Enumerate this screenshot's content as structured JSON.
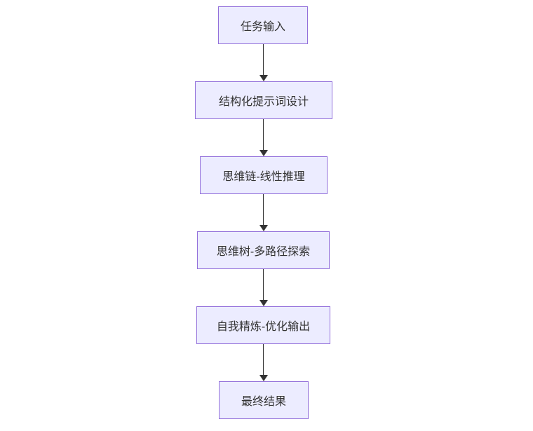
{
  "diagram": {
    "type": "flowchart-vertical",
    "background_color": "#ffffff",
    "node_fill_color": "#ECECFF",
    "node_border_color": "#9370DB",
    "node_text_color": "#333333",
    "arrow_color": "#333333",
    "nodes": [
      {
        "id": "task-input",
        "label": "任务输入"
      },
      {
        "id": "structured-prompt-design",
        "label": "结构化提示词设计"
      },
      {
        "id": "chain-of-thought-linear-reasoning",
        "label": "思维链-线性推理"
      },
      {
        "id": "tree-of-thought-multipath-exploration",
        "label": "思维树-多路径探索"
      },
      {
        "id": "self-refine-optimized-output",
        "label": "自我精炼-优化输出"
      },
      {
        "id": "final-result",
        "label": "最终结果"
      }
    ],
    "edges": [
      {
        "from": 0,
        "to": 1
      },
      {
        "from": 1,
        "to": 2
      },
      {
        "from": 2,
        "to": 3
      },
      {
        "from": 3,
        "to": 4
      },
      {
        "from": 4,
        "to": 5
      }
    ]
  }
}
